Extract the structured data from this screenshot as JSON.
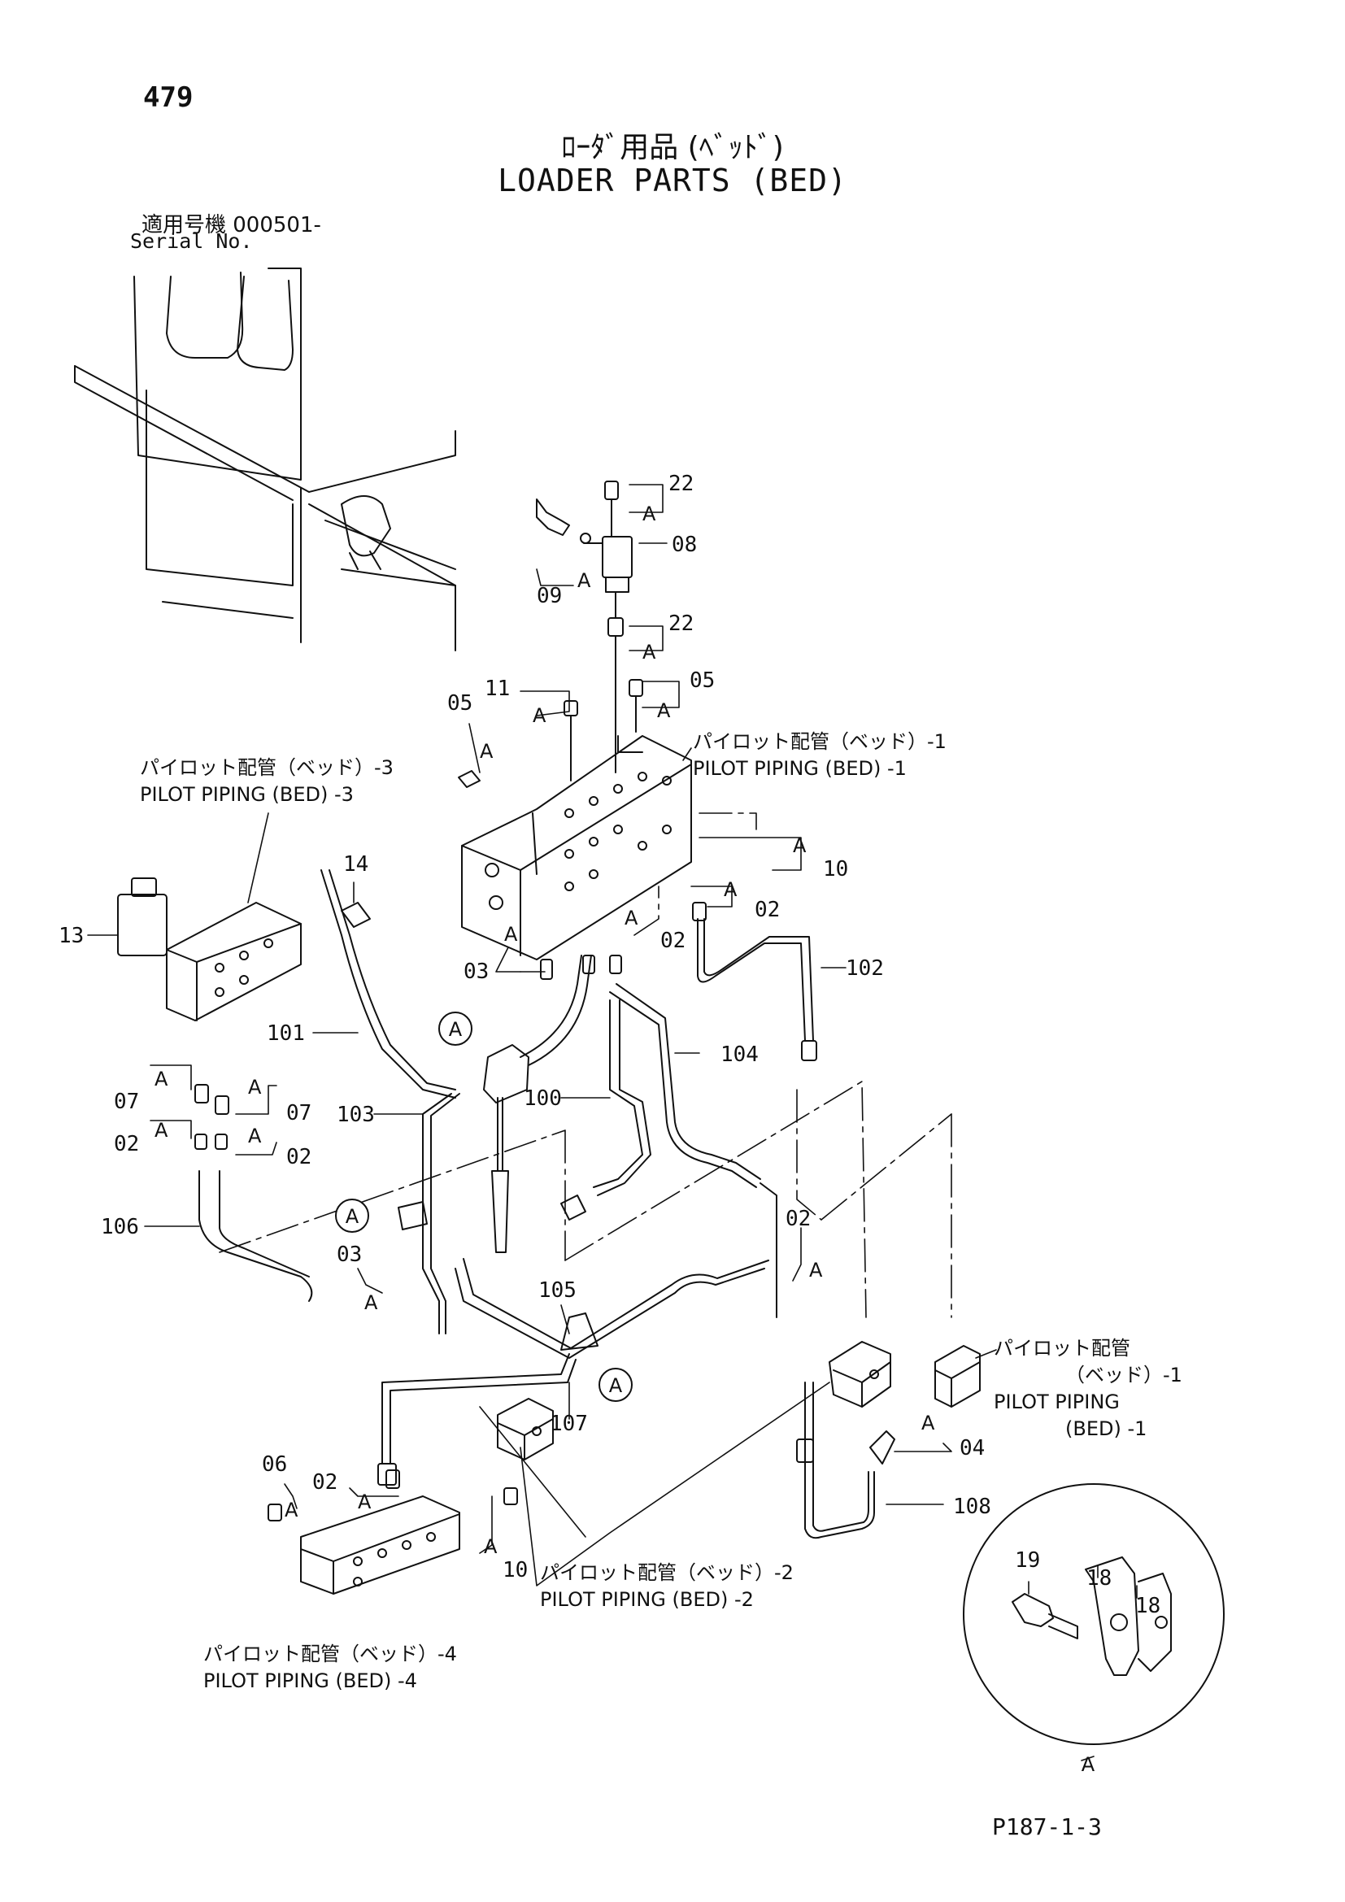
{
  "header": {
    "page_number": "479",
    "title_jp": "ﾛｰﾀﾞ用品 (ﾍﾞｯﾄﾞ)",
    "title_en": "LOADER PARTS (BED)",
    "serial_jp": "適用号機 000501-",
    "serial_en": "Serial No."
  },
  "captions": {
    "pilot_1_top": {
      "jp": "パイロット配管（ベッド）-1",
      "en": "PILOT PIPING (BED) -1"
    },
    "pilot_3": {
      "jp": "パイロット配管（ベッド）-3",
      "en": "PILOT PIPING (BED) -3"
    },
    "pilot_1_right": {
      "jp1": "パイロット配管",
      "jp2": "（ベッド）-1",
      "en1": "PILOT PIPING",
      "en2": "(BED) -1"
    },
    "pilot_2": {
      "jp": "パイロット配管（ベッド）-2",
      "en": "PILOT PIPING (BED) -2"
    },
    "pilot_4": {
      "jp": "パイロット配管（ベッド）-4",
      "en": "PILOT PIPING (BED) -4"
    }
  },
  "labels": {
    "p22a": "22",
    "p08": "08",
    "p09": "09",
    "p22b": "22",
    "p05a": "05",
    "p11": "11",
    "p05b": "05",
    "p10a": "10",
    "p02a": "02",
    "p02b": "02",
    "p102": "102",
    "p03a": "03",
    "p14": "14",
    "p13": "13",
    "p101": "101",
    "p104": "104",
    "p07a": "07",
    "p07b": "07",
    "p103": "103",
    "p100": "100",
    "p02c": "02",
    "p02d": "02",
    "p106": "106",
    "p02e": "02",
    "p03b": "03",
    "p105": "105",
    "p107": "107",
    "p04": "04",
    "p108": "108",
    "p06": "06",
    "p02f": "02",
    "p10b": "10",
    "p19": "19",
    "p18a": "18",
    "p18b": "18"
  },
  "callouts": {
    "a_letter": "A",
    "detail_view_label": "A"
  },
  "footer": {
    "ref": "P187-1-3"
  }
}
